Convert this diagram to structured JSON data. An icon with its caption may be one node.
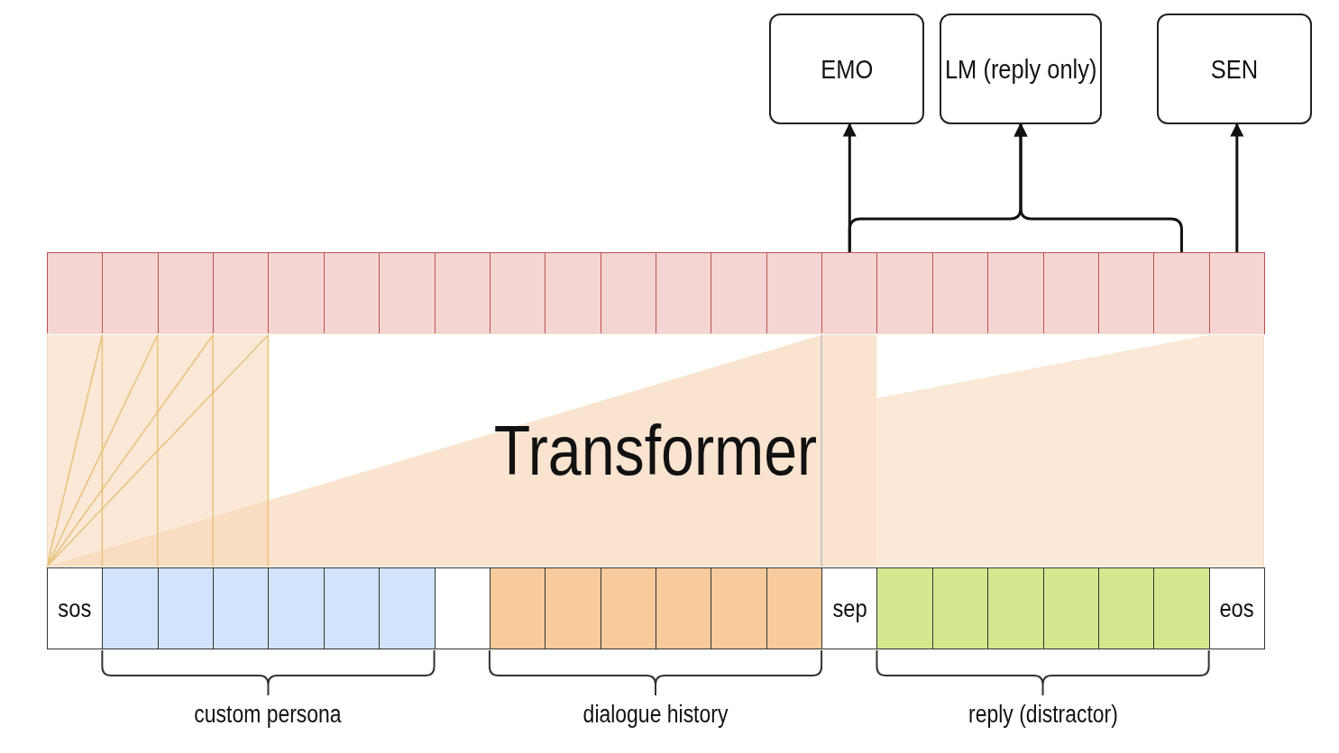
{
  "diagram": {
    "nodes": [
      {
        "text": [
          "EMO"
        ]
      },
      {
        "text": [
          "LM (reply only)"
        ]
      },
      {
        "text": [
          "SEN"
        ]
      },
      {
        "text": [],
        "shape": "box"
      },
      {
        "text": [],
        "shape": "box"
      },
      {
        "text": [],
        "shape": "box"
      },
      {
        "text": [],
        "shape": "box"
      },
      {
        "text": [],
        "shape": "box"
      },
      {
        "text": [],
        "shape": "box"
      },
      {
        "text": [],
        "shape": "box"
      },
      {
        "text": [],
        "shape": "box"
      },
      {
        "text": [],
        "shape": "box"
      },
      {
        "text": [],
        "shape": "box"
      },
      {
        "text": [],
        "shape": "box"
      },
      {
        "text": [],
        "shape": "box"
      },
      {
        "text": [],
        "shape": "box"
      },
      {
        "text": [],
        "shape": "box"
      },
      {
        "text": [],
        "shape": "box"
      },
      {
        "text": [],
        "shape": "box"
      },
      {
        "text": [],
        "shape": "box"
      },
      {
        "text": [],
        "shape": "box"
      },
      {
        "text": [],
        "shape": "box"
      },
      {
        "text": [],
        "shape": "box"
      },
      {
        "text": [],
        "shape": "box"
      },
      {
        "text": [],
        "shape": "box"
      },
      {
        "text": [
          "Transformer"
        ]
      },
      {
        "text": [
          "sos"
        ]
      },
      {
        "text": [],
        "shape": "box"
      },
      {
        "text": [],
        "shape": "box"
      },
      {
        "text": [],
        "shape": "box"
      },
      {
        "text": [],
        "shape": "box"
      },
      {
        "text": [],
        "shape": "box"
      },
      {
        "text": [],
        "shape": "box"
      },
      {
        "text": [],
        "shape": "box"
      },
      {
        "text": [],
        "shape": "box"
      },
      {
        "text": [],
        "shape": "box"
      },
      {
        "text": [],
        "shape": "box"
      },
      {
        "text": [],
        "shape": "box"
      },
      {
        "text": [],
        "shape": "box"
      },
      {
        "text": [],
        "shape": "box"
      },
      {
        "text": [
          "sep"
        ]
      },
      {
        "text": [],
        "shape": "box"
      },
      {
        "text": [],
        "shape": "box"
      },
      {
        "text": [],
        "shape": "box"
      },
      {
        "text": [],
        "shape": "box"
      },
      {
        "text": [],
        "shape": "box"
      },
      {
        "text": [],
        "shape": "box"
      },
      {
        "text": [
          "eos"
        ]
      }
    ],
    "edges": [
      {
        "from": 17,
        "to": 0,
        "arrow": "to"
      },
      {
        "from": 17,
        "to": 1,
        "arrow": "to"
      },
      {
        "from": 23,
        "to": 1,
        "arrow": "to"
      },
      {
        "from": 24,
        "to": 2,
        "arrow": "to"
      }
    ],
    "labels": [
      "custom persona",
      "dialogue history",
      "reply (distractor)"
    ]
  }
}
